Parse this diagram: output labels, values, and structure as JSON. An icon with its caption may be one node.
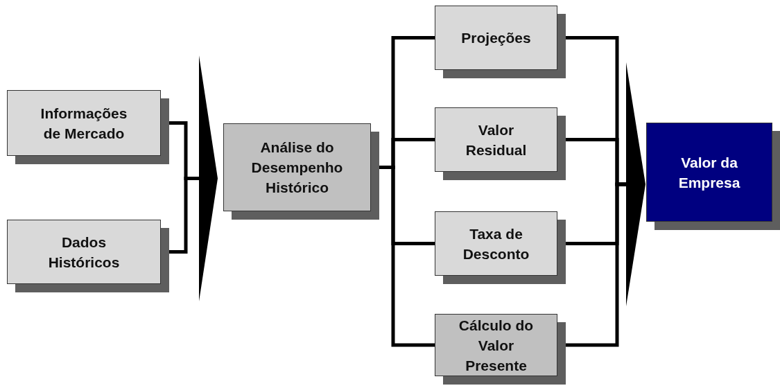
{
  "diagram": {
    "nodes": [
      {
        "text": [
          "Informações de Mercado"
        ]
      },
      {
        "text": [
          "Dados Históricos"
        ]
      },
      {
        "text": [],
        "shape": "chevron"
      },
      {
        "text": [
          "Análise do Desempenho Histórico"
        ]
      },
      {
        "text": [
          "Projeções"
        ]
      },
      {
        "text": [
          "Valor Residual"
        ]
      },
      {
        "text": [
          "Taxa de Desconto"
        ]
      },
      {
        "text": [
          "Cálculo do Valor Presente"
        ]
      },
      {
        "text": [],
        "shape": "chevron"
      },
      {
        "text": [
          "Valor da Empresa"
        ]
      }
    ],
    "edges": [
      {
        "from": 0,
        "to": 2,
        "arrow": "none"
      },
      {
        "from": 1,
        "to": 2,
        "arrow": "none"
      },
      {
        "from": 3,
        "to": 4,
        "arrow": "none"
      },
      {
        "from": 3,
        "to": 5,
        "arrow": "none"
      },
      {
        "from": 3,
        "to": 6,
        "arrow": "none"
      },
      {
        "from": 3,
        "to": 7,
        "arrow": "none"
      },
      {
        "from": 4,
        "to": 8,
        "arrow": "none"
      },
      {
        "from": 5,
        "to": 8,
        "arrow": "none"
      },
      {
        "from": 6,
        "to": 8,
        "arrow": "none"
      },
      {
        "from": 7,
        "to": 8,
        "arrow": "none"
      }
    ]
  }
}
